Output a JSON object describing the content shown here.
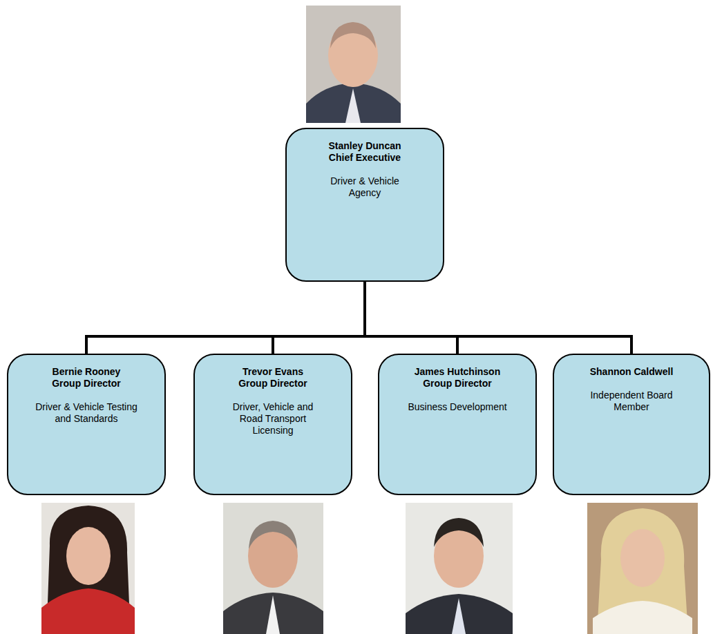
{
  "diagram": {
    "nodes": [
      {
        "text": [
          "Stanley Duncan Chief Executive",
          "Driver & Vehicle Agency"
        ]
      },
      {
        "text": [
          "Bernie Rooney Group Director",
          "Driver & Vehicle Testing and Standards"
        ]
      },
      {
        "text": [
          "Trevor Evans Group Director",
          "Driver, Vehicle and Road Transport Licensing"
        ]
      },
      {
        "text": [
          "James Hutchinson Group Director",
          "Business Development"
        ]
      },
      {
        "text": [
          "Shannon Caldwell",
          "Independent Board Member"
        ]
      }
    ],
    "edges": [
      {
        "from": 0,
        "to": 1,
        "arrow": "none"
      },
      {
        "from": 0,
        "to": 2,
        "arrow": "none"
      },
      {
        "from": 0,
        "to": 3,
        "arrow": "none"
      },
      {
        "from": 0,
        "to": 4,
        "arrow": "none"
      }
    ]
  }
}
